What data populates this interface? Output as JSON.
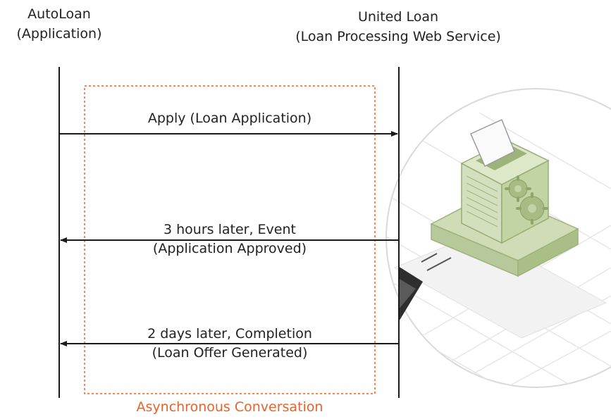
{
  "participants": {
    "client": {
      "name": "AutoLoan",
      "role": "(Application)"
    },
    "service": {
      "name": "United Loan",
      "role": "(Loan Processing Web Service)"
    }
  },
  "messages": [
    {
      "direction": "client-to-service",
      "lines": [
        "Apply (Loan Application)"
      ]
    },
    {
      "direction": "service-to-client",
      "lines": [
        "3 hours later, Event",
        "(Application Approved)"
      ]
    },
    {
      "direction": "service-to-client",
      "lines": [
        "2 days later, Completion",
        "(Loan Offer Generated)"
      ]
    }
  ],
  "conversation": {
    "label": "Asynchronous Conversation"
  },
  "colors": {
    "line": "#1a1a1a",
    "conversation_accent": "#e8622a",
    "server_green": "#c5d6a8",
    "server_green_dark": "#a9bf86",
    "server_green_light": "#dde8c8",
    "illustration_grid": "#e2e2e2"
  },
  "icons": {
    "server": "server-with-gears-icon",
    "document": "document-icon",
    "envelope": "envelope-icon"
  }
}
